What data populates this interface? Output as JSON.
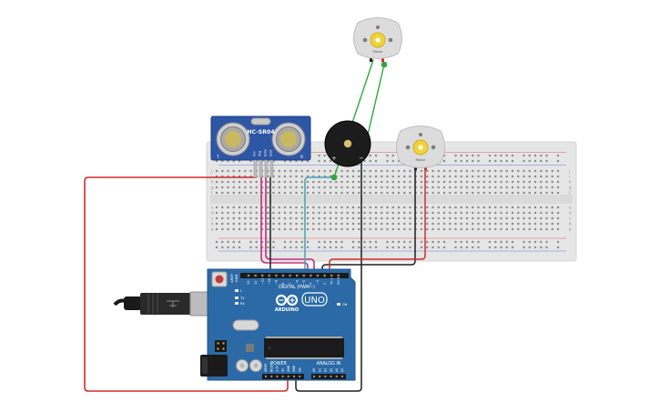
{
  "sensor": {
    "model": "HC-SR04",
    "pin_labels": [
      "Vcc",
      "Trig",
      "Echo",
      "Gnd"
    ],
    "corner_left": "T",
    "corner_right": "R"
  },
  "motors": [
    {
      "label": "Motor"
    },
    {
      "label": "Motor"
    }
  ],
  "buzzer": {
    "plus": "+",
    "minus": "−"
  },
  "breadboard": {
    "row_letters": [
      "a",
      "b",
      "c",
      "d",
      "e",
      "f",
      "g",
      "h",
      "i",
      "j"
    ]
  },
  "arduino": {
    "brand": "ARDUINO",
    "model": "UNO",
    "digital_label": "DIGITAL (PWM~)",
    "power_label": "POWER",
    "analog_label": "ANALOG IN",
    "on_label": "ON",
    "tx_label": "TX",
    "rx_label": "RX",
    "l_label": "L",
    "aref_label": "AREF",
    "gnd_label": "GND",
    "digital_pins": [
      "13",
      "12",
      "~11",
      "~10",
      "~9",
      "8",
      "7",
      "~6",
      "~5",
      "4",
      "~3",
      "2",
      "TX 1",
      "RX 0"
    ],
    "power_pins": [
      "IOREF",
      "RESET",
      "3.3V",
      "5V",
      "GND",
      "GND",
      "Vin"
    ],
    "analog_pins": [
      "A0",
      "A1",
      "A2",
      "A3",
      "A4",
      "A5"
    ]
  },
  "colors": {
    "board": "#2b6aa6",
    "breadboard": "#e5e5e5",
    "sensor": "#2d56a5",
    "wire_red": "#d32a2a",
    "wire_black": "#1e1e1e",
    "wire_magenta": "#c0307a",
    "wire_teal": "#4aa0b5",
    "wire_green": "#31a83c",
    "motor_body": "#dcdcdc",
    "motor_shaft": "#f2d23a"
  }
}
